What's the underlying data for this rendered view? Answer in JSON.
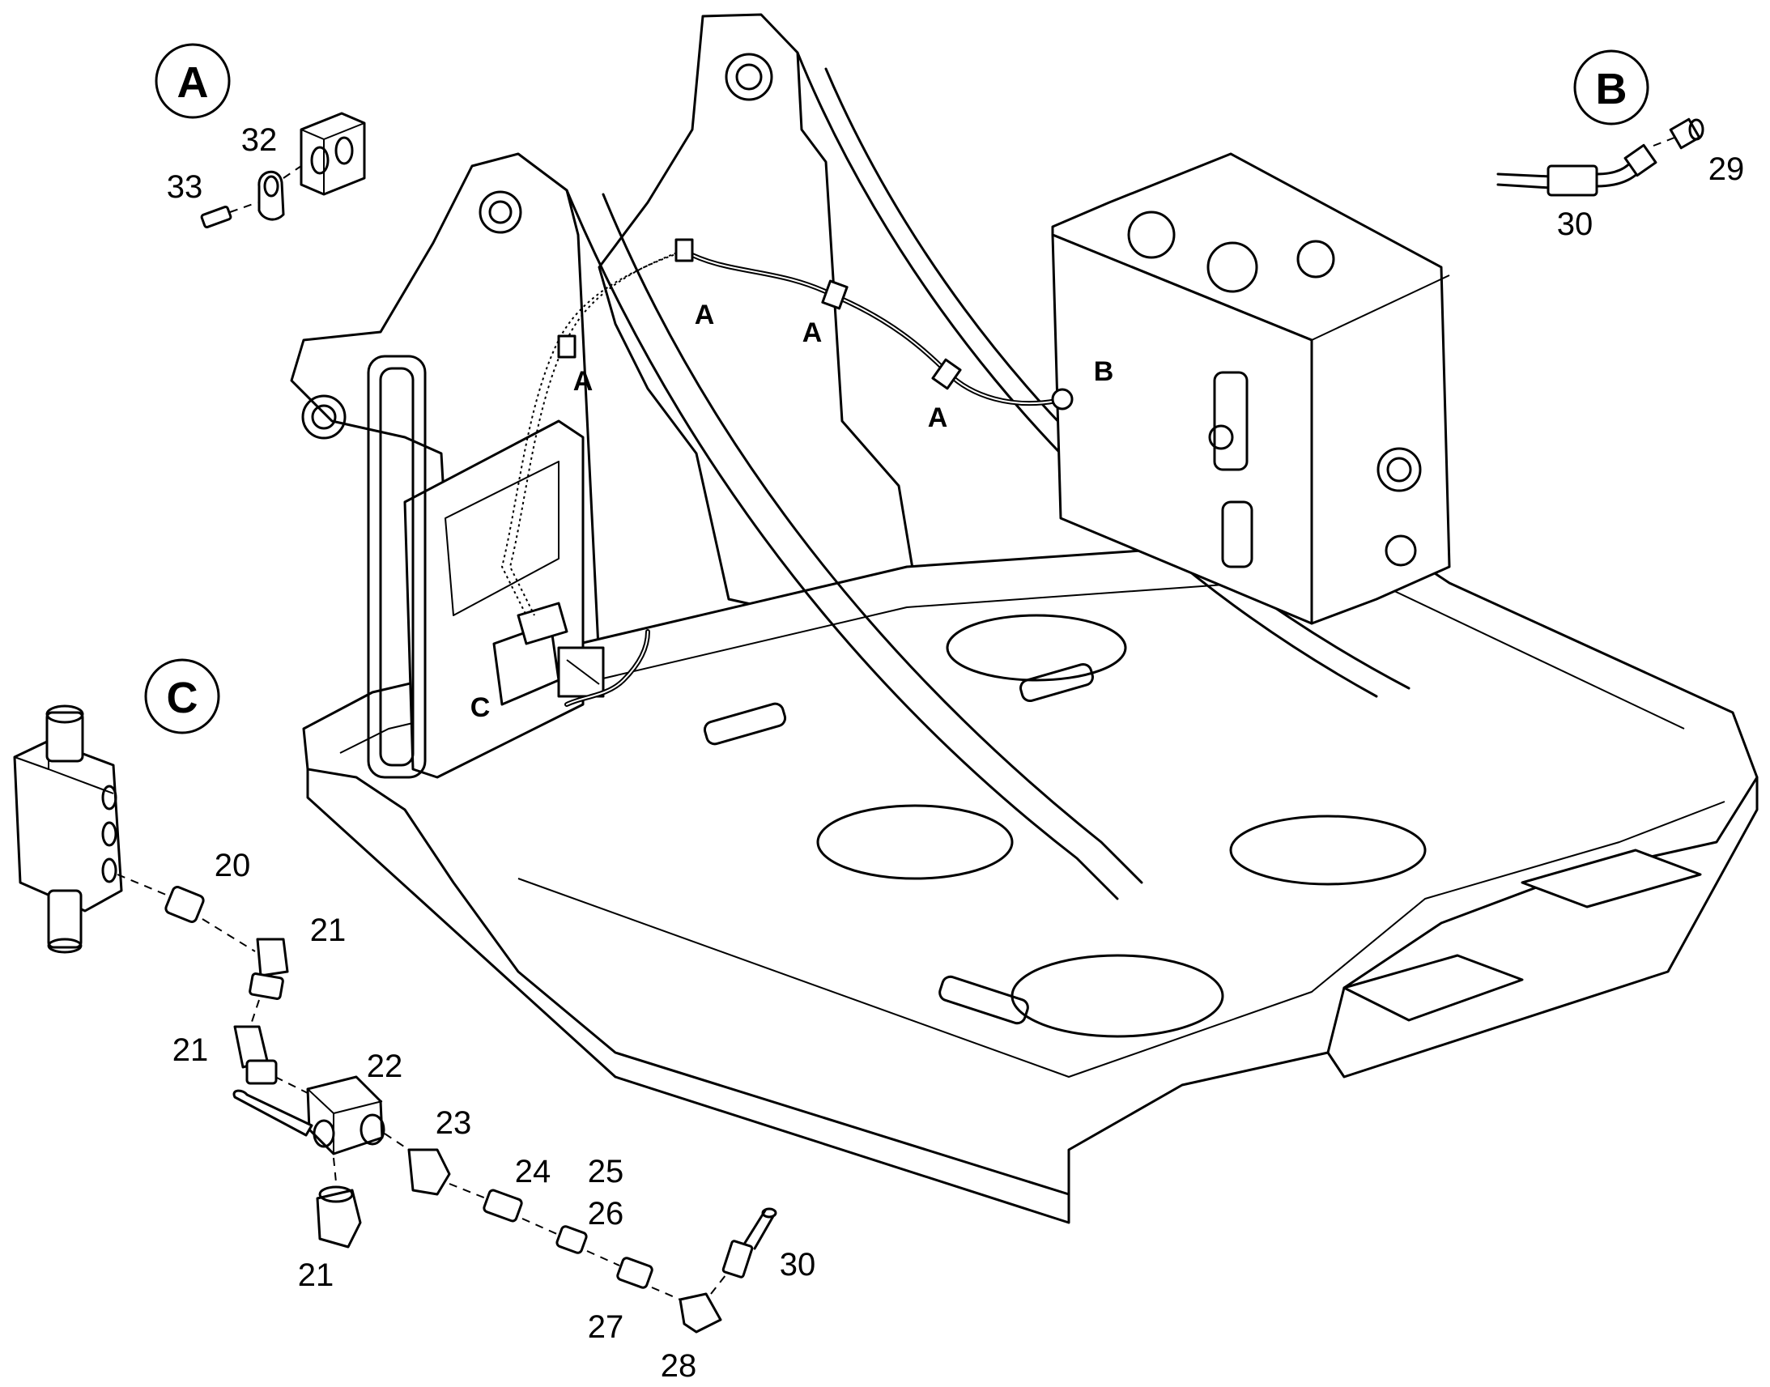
{
  "detail_views": [
    {
      "id": "A"
    },
    {
      "id": "B"
    },
    {
      "id": "C"
    }
  ],
  "callouts": [
    {
      "text": "A"
    },
    {
      "text": "A"
    },
    {
      "text": "A"
    },
    {
      "text": "A"
    },
    {
      "text": "B"
    },
    {
      "text": "C"
    }
  ],
  "part_numbers": {
    "p20": "20",
    "p21a": "21",
    "p21b": "21",
    "p21c": "21",
    "p22": "22",
    "p23": "23",
    "p24": "24",
    "p25": "25",
    "p26": "26",
    "p27": "27",
    "p28": "28",
    "p29": "29",
    "p30a": "30",
    "p30b": "30",
    "p32": "32",
    "p33": "33"
  }
}
